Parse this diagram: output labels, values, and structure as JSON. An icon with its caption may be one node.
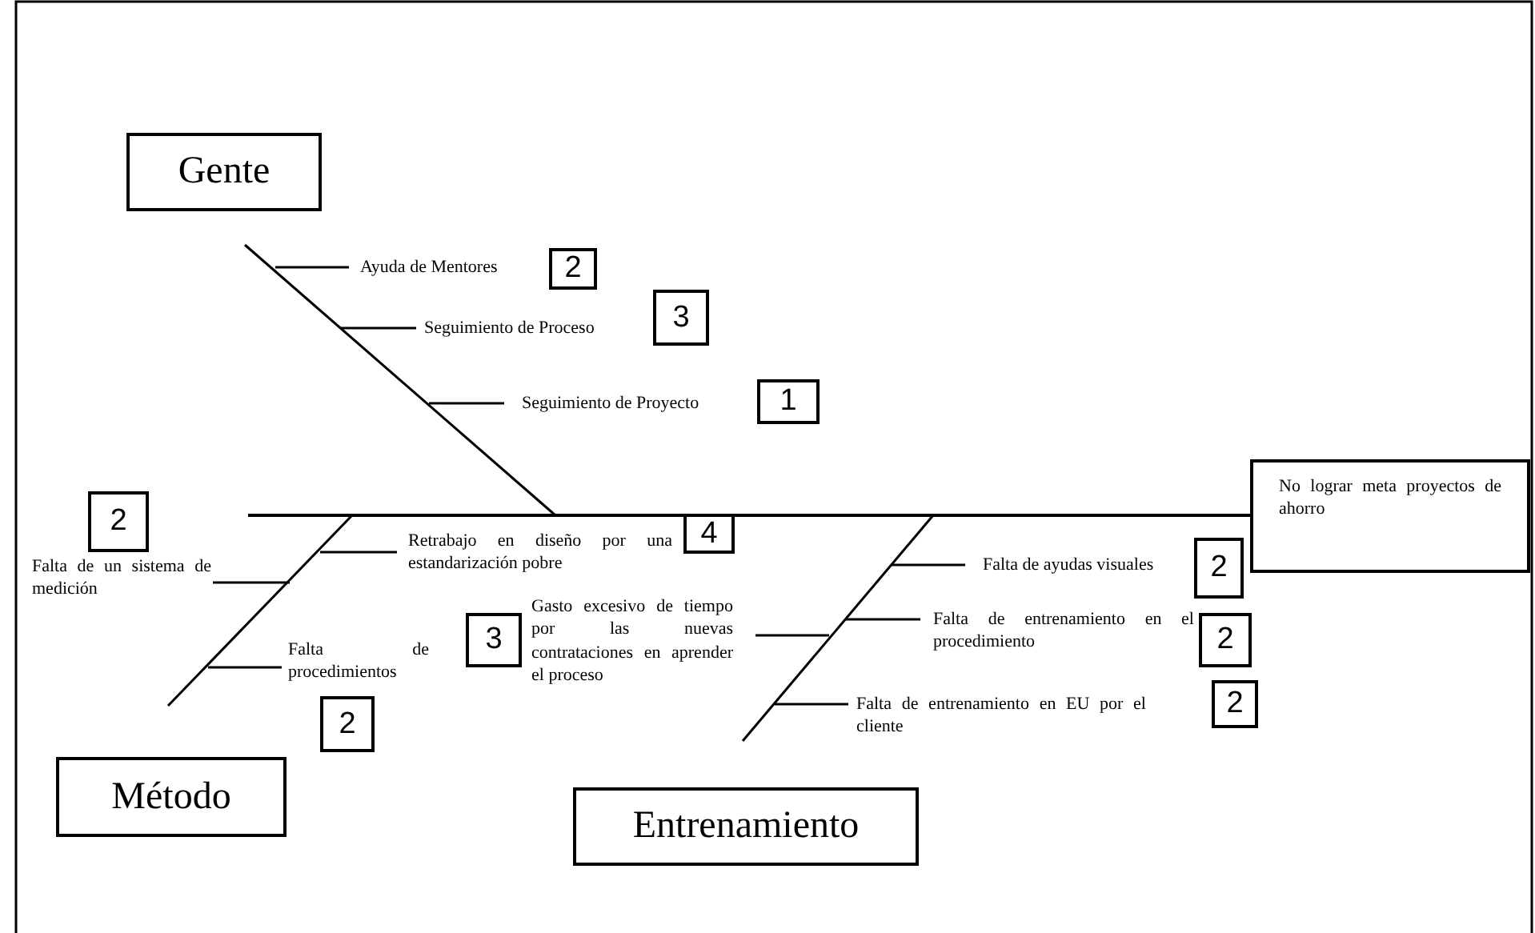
{
  "diagram": {
    "nodes": [
      {
        "text": [
          "Gente"
        ]
      },
      {
        "text": [
          "2"
        ]
      },
      {
        "text": [
          "3"
        ]
      },
      {
        "text": [
          "1"
        ]
      },
      {
        "text": [
          "2"
        ]
      },
      {
        "text": [
          "No lograr meta proyectos de ahorro"
        ]
      },
      {
        "text": [
          "4"
        ]
      },
      {
        "text": [
          "2"
        ]
      },
      {
        "text": [
          "3"
        ]
      },
      {
        "text": [
          "2"
        ]
      },
      {
        "text": [
          "2"
        ]
      },
      {
        "text": [
          "2"
        ]
      },
      {
        "text": [
          "Método"
        ]
      },
      {
        "text": [
          "Entrenamiento"
        ]
      }
    ],
    "edges": [
      {
        "from": null,
        "to": 5,
        "arrow": "none"
      }
    ],
    "labels": [
      "Ayuda de Mentores",
      "Seguimiento de Proceso",
      "Seguimiento de Proyecto",
      "Falta de un sistema de medición",
      "Retrabajo en diseño por una estandarización pobre",
      "Falta de ayudas visuales",
      "Gasto excesivo de tiempo por las nuevas contrataciones en aprender el proceso",
      "Falta de entrenamiento en el procedimiento",
      "Falta de procedimientos",
      "Falta de entrenamiento en EU por el cliente"
    ]
  }
}
